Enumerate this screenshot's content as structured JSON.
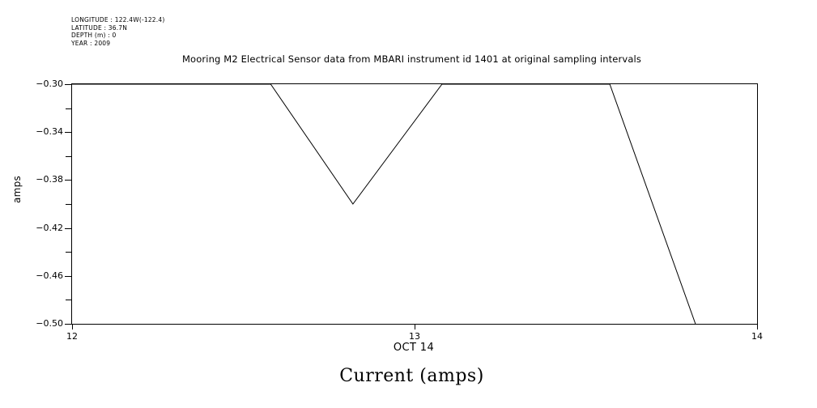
{
  "metadata": {
    "lines": [
      "LONGITUDE : 122.4W(-122.4)",
      "LATITUDE : 36.7N",
      "DEPTH (m) : 0",
      "YEAR : 2009"
    ]
  },
  "chart_data": {
    "type": "line",
    "title": "Mooring M2 Electrical Sensor data from MBARI instrument id 1401 at original sampling intervals",
    "xlabel": "OCT 14",
    "ylabel": "amps",
    "caption": "Current (amps)",
    "xlim": [
      12,
      14
    ],
    "ylim": [
      -0.5,
      -0.3
    ],
    "grid": false,
    "legend": null,
    "x_ticks": [
      {
        "value": 12,
        "label": "12"
      },
      {
        "value": 13,
        "label": "13"
      },
      {
        "value": 14,
        "label": "14"
      }
    ],
    "y_ticks": [
      {
        "value": -0.3,
        "label": "-0.30",
        "major": true
      },
      {
        "value": -0.32,
        "label": "",
        "major": false
      },
      {
        "value": -0.34,
        "label": "-0.34",
        "major": true
      },
      {
        "value": -0.36,
        "label": "",
        "major": false
      },
      {
        "value": -0.38,
        "label": "-0.38",
        "major": true
      },
      {
        "value": -0.4,
        "label": "",
        "major": false
      },
      {
        "value": -0.42,
        "label": "-0.42",
        "major": true
      },
      {
        "value": -0.44,
        "label": "",
        "major": false
      },
      {
        "value": -0.46,
        "label": "-0.46",
        "major": true
      },
      {
        "value": -0.48,
        "label": "",
        "major": false
      },
      {
        "value": -0.5,
        "label": "-0.50",
        "major": true
      }
    ],
    "series": [
      {
        "name": "Current (amps)",
        "color": "#000000",
        "x": [
          12.0,
          12.58,
          12.82,
          13.08,
          13.57,
          13.82
        ],
        "y": [
          -0.3,
          -0.3,
          -0.4,
          -0.3,
          -0.3,
          -0.5
        ]
      }
    ]
  }
}
